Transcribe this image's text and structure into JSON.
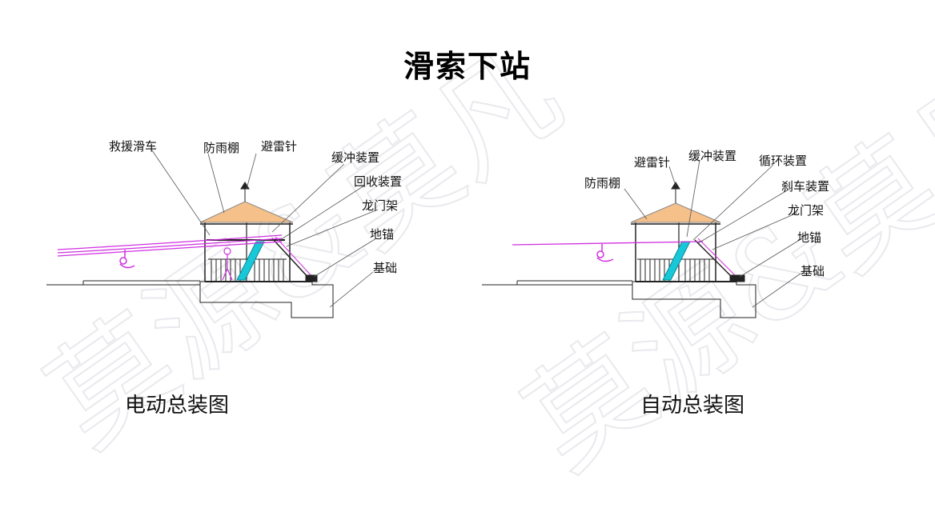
{
  "title": "滑索下站",
  "watermark": "莫源&莫凡",
  "left": {
    "caption": "电动总装图",
    "labels": {
      "rescue_pulley": "救援滑车",
      "canopy": "防雨棚",
      "lightning_rod": "避雷针",
      "buffer": "缓冲装置",
      "recovery": "回收装置",
      "gantry": "龙门架",
      "ground_anchor": "地锚",
      "foundation": "基础"
    }
  },
  "right": {
    "caption": "自动总装图",
    "labels": {
      "lightning_rod": "避雷针",
      "buffer": "缓冲装置",
      "circulation": "循环装置",
      "canopy": "防雨棚",
      "brake": "刹车装置",
      "gantry": "龙门架",
      "ground_anchor": "地锚",
      "foundation": "基础"
    }
  },
  "colors": {
    "roof": "#f5c08a",
    "cable": "#d030e0",
    "slide": "#18c8d8",
    "line": "#222222",
    "watermark": "#e9e9ee"
  }
}
